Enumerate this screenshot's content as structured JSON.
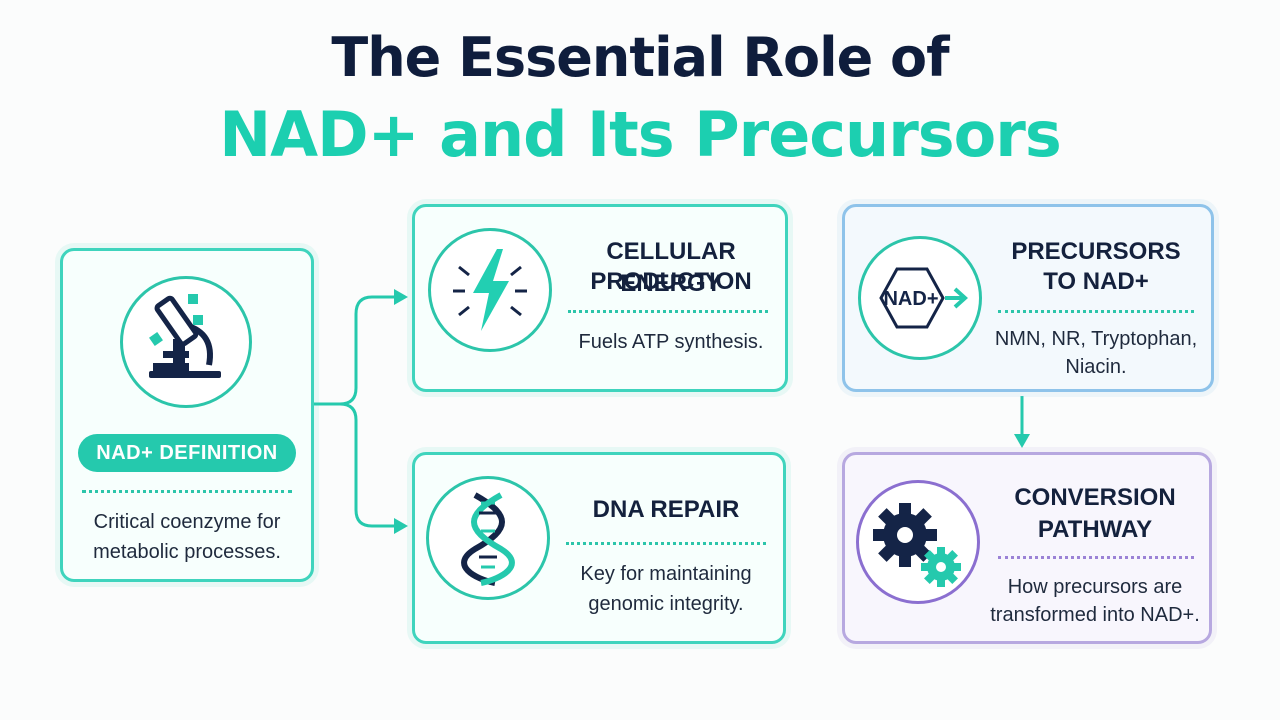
{
  "title": {
    "line1": "The Essential Role of",
    "line2": "NAD+ and Its Precursors"
  },
  "colors": {
    "navy": "#0f1d3c",
    "teal": "#1ccfb0",
    "blue_border": "#8ec3ea",
    "purple_border": "#b7a8e0"
  },
  "definition": {
    "icon": "microscope-icon",
    "label": "NAD+ DEFINITION",
    "desc_line1": "Critical coenzyme for",
    "desc_line2": "metabolic processes."
  },
  "energy": {
    "icon": "lightning-bolt-icon",
    "heading_line1": "CELLULAR ENERGY",
    "heading_line2": "PRODUCTION",
    "desc": "Fuels ATP synthesis."
  },
  "dna": {
    "icon": "dna-helix-icon",
    "heading": "DNA REPAIR",
    "desc_line1": "Key for maintaining",
    "desc_line2": "genomic integrity."
  },
  "precursors": {
    "icon": "nad-hexagon-arrow-icon",
    "icon_text": "NAD+",
    "heading_line1": "PRECURSORS",
    "heading_line2": "TO NAD+",
    "desc_line1": "NMN, NR, Tryptophan,",
    "desc_line2": "Niacin."
  },
  "conversion": {
    "icon": "gears-icon",
    "heading_line1": "CONVERSION",
    "heading_line2": "PATHWAY",
    "desc_line1": "How precursors are",
    "desc_line2": "transformed into NAD+."
  }
}
